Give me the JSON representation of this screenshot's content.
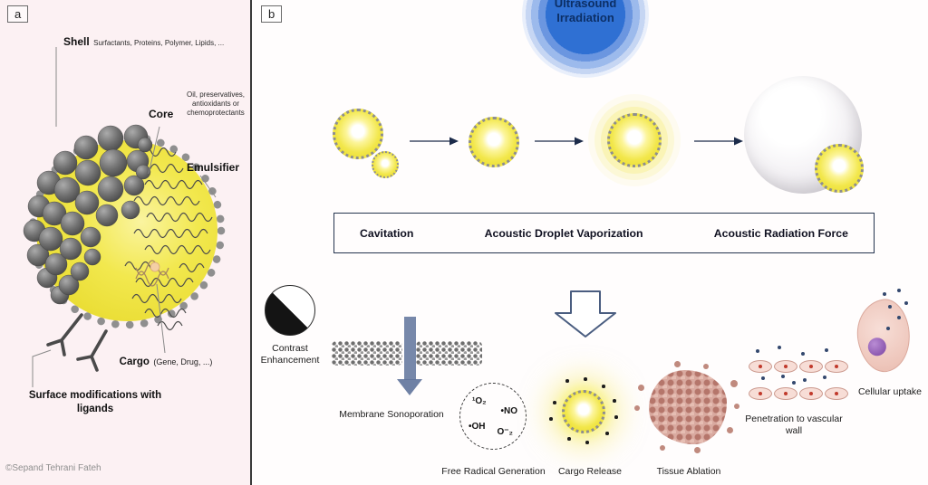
{
  "figure": {
    "panel_a_tag": "a",
    "panel_b_tag": "b",
    "copyright": "©Sepand Tehrani Fateh"
  },
  "panel_a": {
    "shell_title": "Shell",
    "shell_desc": "Surfactants, Proteins, Polymer, Lipids, ...",
    "core_title": "Core",
    "core_desc": "Oil, preservatives, antioxidants or chemoprotectants",
    "emulsifier_label": "Emulsifier",
    "cargo_title": "Cargo",
    "cargo_desc": "(Gene, Drug, ...)",
    "surface_modifications_label": "Surface modifications with ligands"
  },
  "panel_b": {
    "ultrasound_line1": "Ultrasound",
    "ultrasound_line2": "Irradiation",
    "mechanisms": {
      "cavitation": "Cavitation",
      "droplet_vaporization": "Acoustic Droplet Vaporization",
      "radiation_force": "Acoustic Radiation Force"
    },
    "effects": {
      "contrast_enhancement": "Contrast Enhancement",
      "membrane_sonoporation": "Membrane Sonoporation",
      "free_radical_generation": "Free Radical Generation",
      "cargo_release": "Cargo Release",
      "tissue_ablation": "Tissue Ablation",
      "penetration": "Penetration to vascular wall",
      "cellular_uptake": "Cellular uptake"
    },
    "radicals": {
      "singlet_oxygen": "¹O₂",
      "nitric_oxide": "•NO",
      "hydroxyl": "•OH",
      "superoxide": "O⁻₂"
    }
  }
}
